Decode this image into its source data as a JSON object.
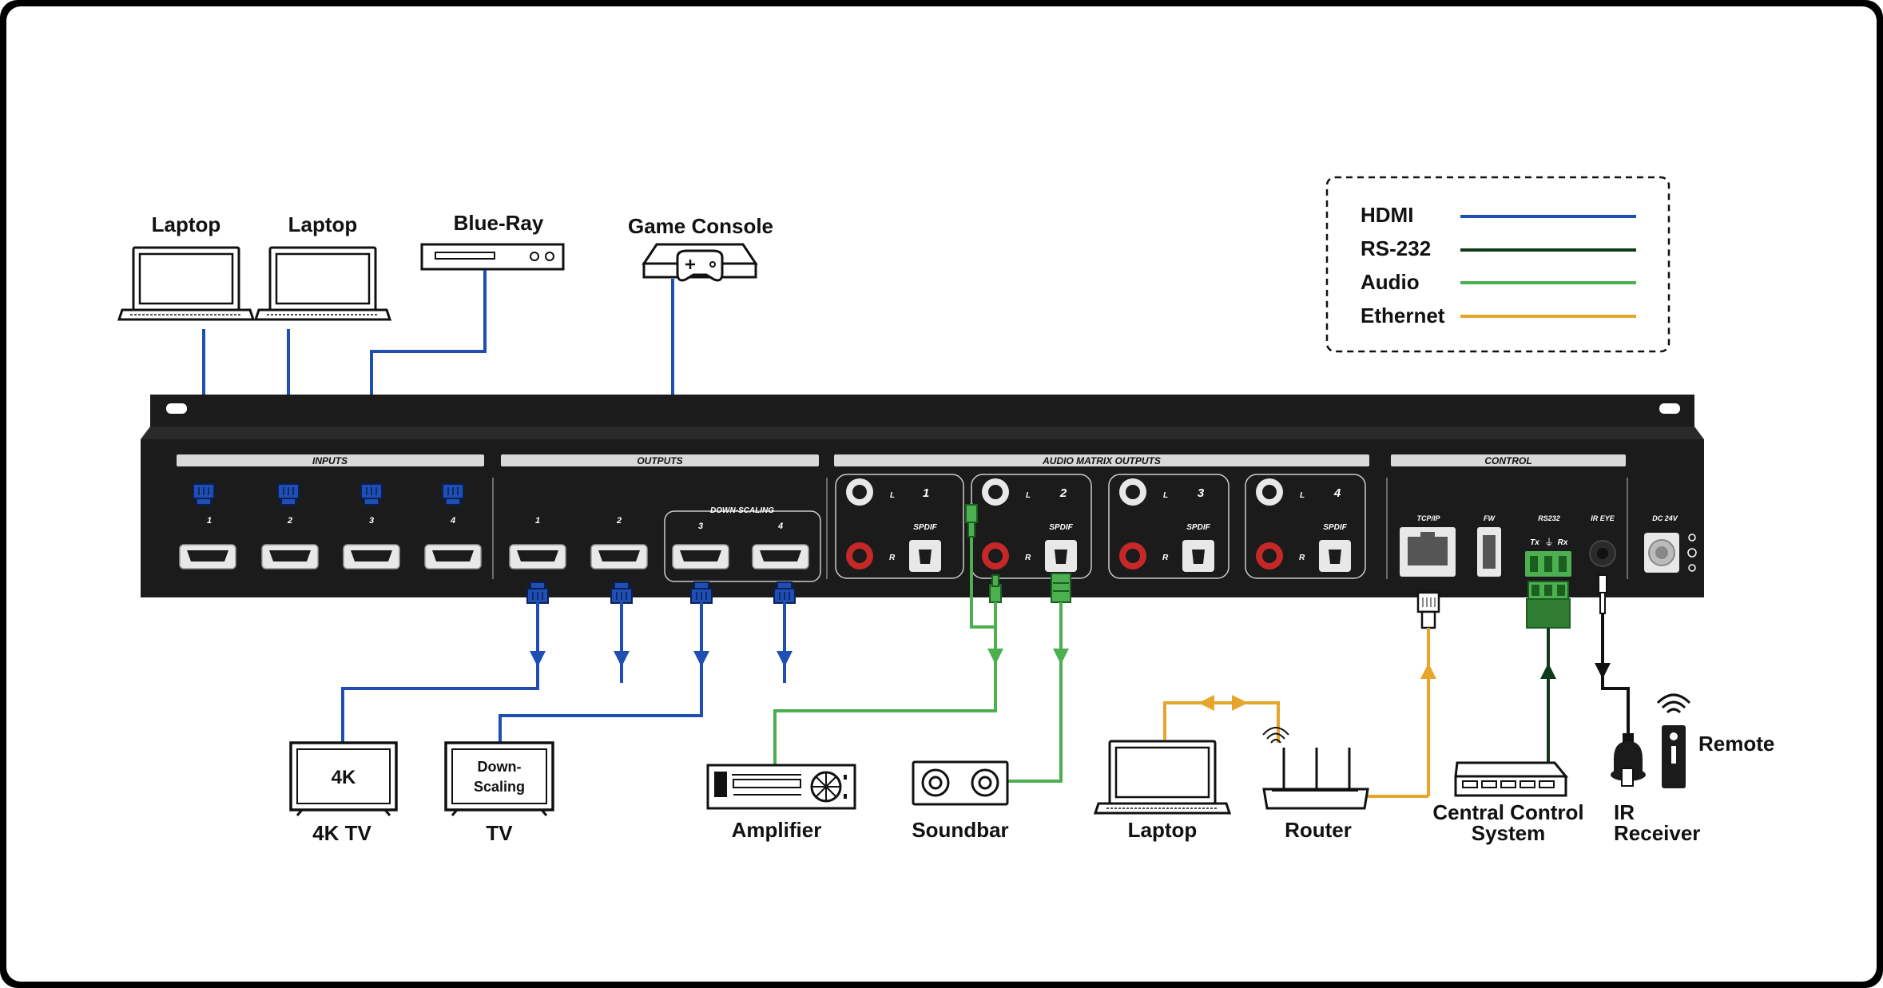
{
  "legend": {
    "items": [
      {
        "label": "HDMI",
        "color": "#1f4fb3"
      },
      {
        "label": "RS-232",
        "color": "#0f3a1a"
      },
      {
        "label": "Audio",
        "color": "#4caf50"
      },
      {
        "label": "Ethernet",
        "color": "#e6a62c"
      }
    ]
  },
  "devices": {
    "laptop1": "Laptop",
    "laptop2": "Laptop",
    "bluray": "Blue-Ray",
    "console": "Game Console",
    "tv4k": "4K TV",
    "tv4k_screen": "4K",
    "tv": "TV",
    "tv_screen_1": "Down-",
    "tv_screen_2": "Scaling",
    "amplifier": "Amplifier",
    "soundbar": "Soundbar",
    "laptop3": "Laptop",
    "router": "Router",
    "central_1": "Central Control",
    "central_2": "System",
    "ir_1": "IR",
    "ir_2": "Receiver",
    "remote": "Remote"
  },
  "panel": {
    "sections": {
      "inputs": "INPUTS",
      "outputs": "OUTPUTS",
      "audio": "AUDIO MATRIX OUTPUTS",
      "control": "CONTROL"
    },
    "input_ports": [
      "1",
      "2",
      "3",
      "4"
    ],
    "output_ports": [
      "1",
      "2",
      "3",
      "4"
    ],
    "downscaling": "DOWN-SCALING",
    "audio_channels": [
      "1",
      "2",
      "3",
      "4"
    ],
    "audio_l": "L",
    "audio_r": "R",
    "spdif": "SPDIF",
    "control_ports": {
      "tcpip": "TCP/IP",
      "fw": "FW",
      "rs232": "RS232",
      "tx": "Tx",
      "rx": "Rx",
      "ireye": "IR EYE",
      "dc": "DC 24V"
    }
  }
}
